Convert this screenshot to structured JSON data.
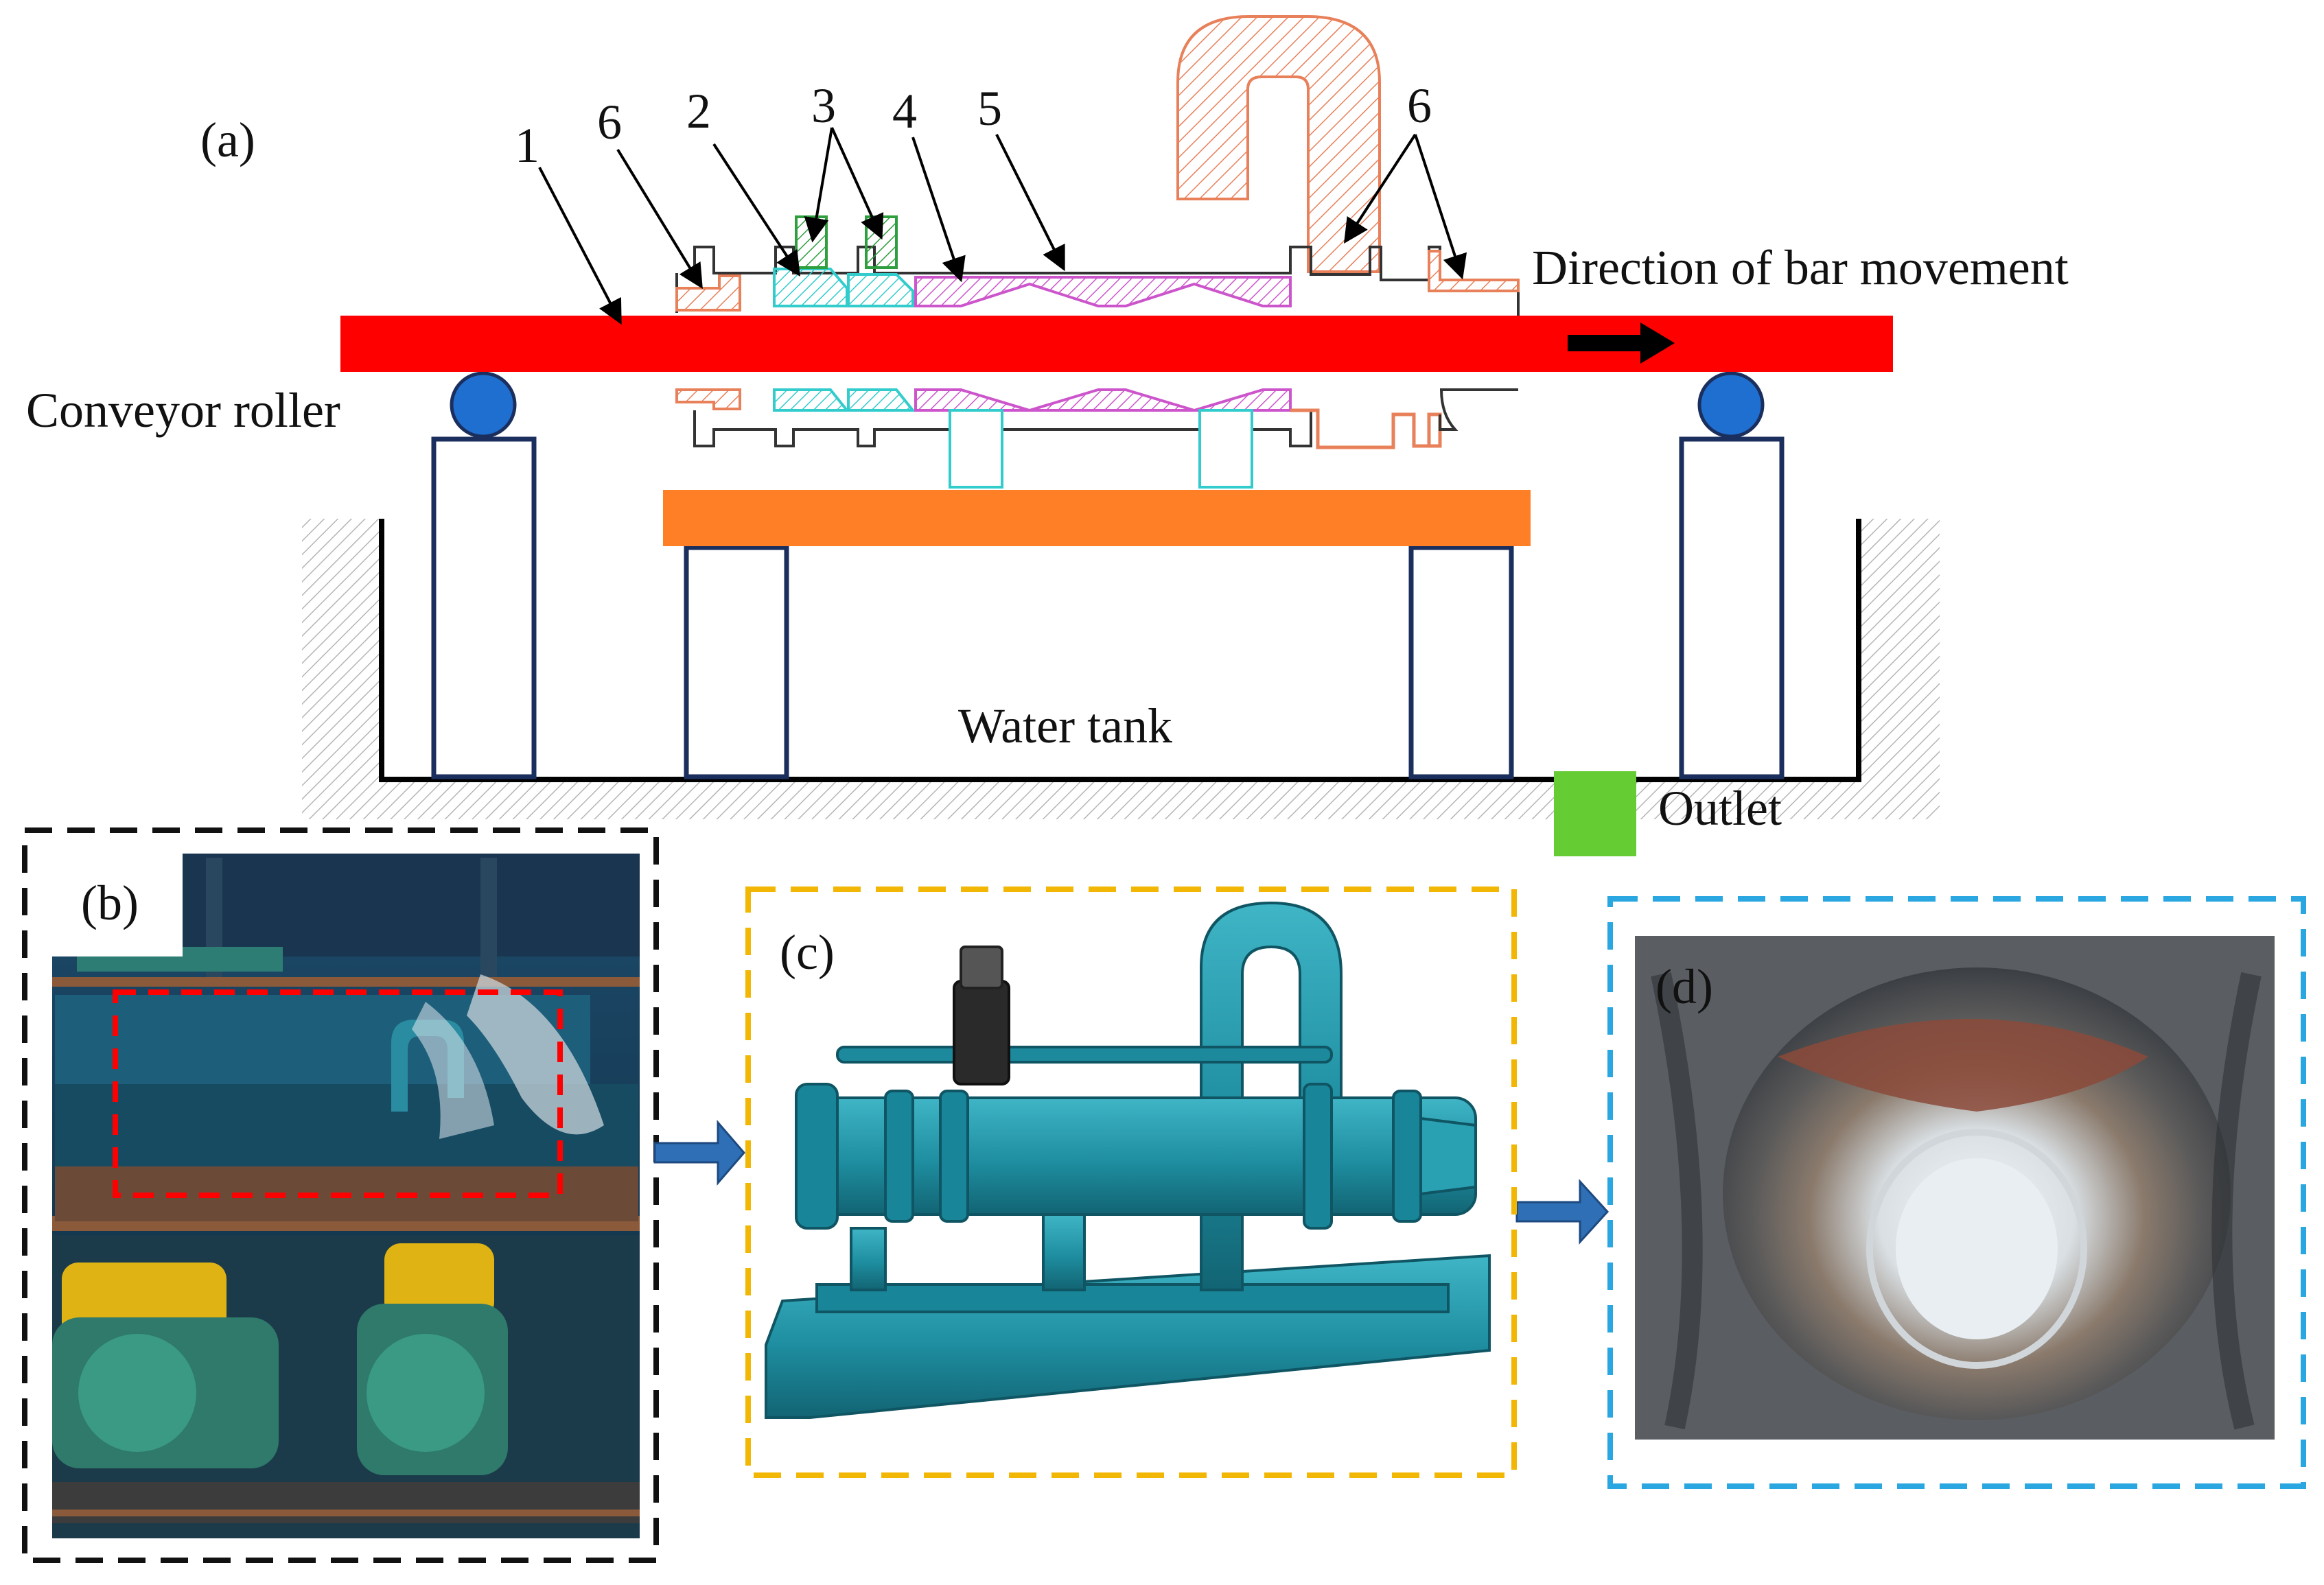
{
  "panels": {
    "a": {
      "tag": "(a)",
      "part_numbers": [
        "1",
        "6",
        "2",
        "3",
        "4",
        "5",
        "6"
      ],
      "labels": {
        "direction": "Direction of bar movement",
        "roller": "Conveyor roller",
        "tank": "Water tank",
        "outlet": "Outlet"
      }
    },
    "b": {
      "tag": "(b)"
    },
    "c": {
      "tag": "(c)"
    },
    "d": {
      "tag": "(d)"
    }
  },
  "colors": {
    "bar": "#ff0000",
    "base": "#ff7f27",
    "outlet": "#66cc33",
    "roller": "#1f6fd1",
    "support": "#1b2f5e",
    "nozzle": "#33cccc",
    "swirl": "#cc55cc",
    "flange": "#e8805a",
    "clamp": "#33aa44",
    "frame_b": "#111111",
    "frame_c": "#f2b705",
    "frame_d": "#2aa7e0",
    "flow_arrow": "#2e6fb5",
    "machine": "#1e8ea0"
  }
}
